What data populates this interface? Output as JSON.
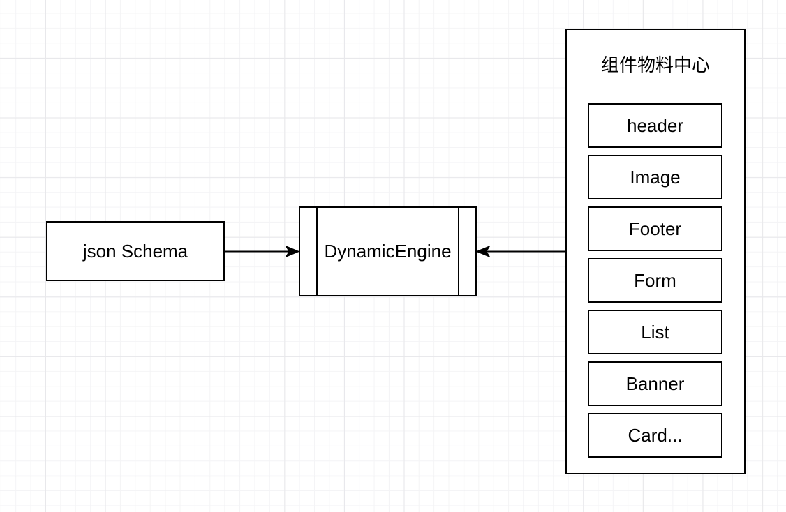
{
  "canvas": {
    "background_color": "#ffffff",
    "grid_minor_color": "#f4f4f6",
    "grid_major_color": "#e8e8eb",
    "stroke_color": "#000000"
  },
  "nodes": {
    "json_schema": {
      "label": "json Schema",
      "shape": "rectangle"
    },
    "dynamic_engine": {
      "label": "DynamicEngine",
      "shape": "process"
    },
    "material_center": {
      "title": "组件物料中心",
      "shape": "container",
      "components": [
        {
          "label": "header"
        },
        {
          "label": "Image"
        },
        {
          "label": "Footer"
        },
        {
          "label": "Form"
        },
        {
          "label": "List"
        },
        {
          "label": "Banner"
        },
        {
          "label": "Card..."
        }
      ]
    }
  },
  "edges": [
    {
      "from": "json_schema",
      "to": "dynamic_engine",
      "direction": "right"
    },
    {
      "from": "material_center",
      "to": "dynamic_engine",
      "direction": "left"
    }
  ]
}
